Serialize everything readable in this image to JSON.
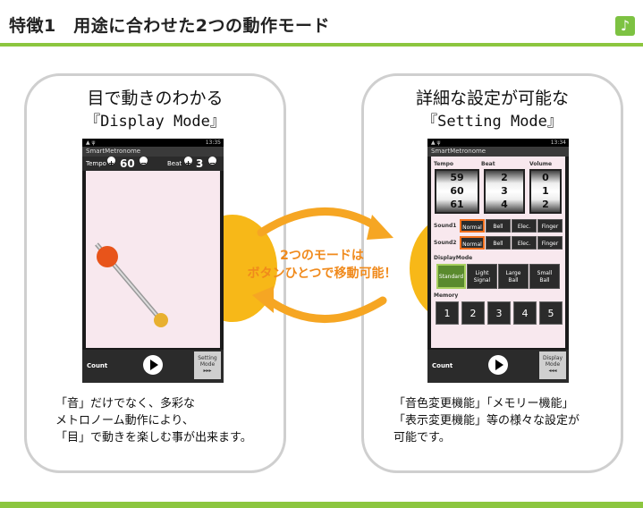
{
  "header": {
    "title": "特徴1　用途に合わせた2つの動作モード",
    "logo_icon": "music-note-icon"
  },
  "colors": {
    "accent_green": "#8cc63f",
    "accent_orange": "#f08a1c",
    "sun_yellow": "#f7b818"
  },
  "left_panel": {
    "title_line1": "目で動きのわかる",
    "title_line2": "『Display Mode』",
    "description": [
      "「音」だけでなく、多彩な",
      "メトロノーム動作により、",
      "「目」で動きを楽しむ事が出来ます。"
    ]
  },
  "right_panel": {
    "title_line1": "詳細な設定が可能な",
    "title_line2": "『Setting Mode』",
    "description": [
      "「音色変更機能」「メモリー機能」",
      "「表示変更機能」等の様々な設定が",
      "可能です。"
    ]
  },
  "center": {
    "line1": "2つのモードは",
    "line2": "ボタンひとつで移動可能！"
  },
  "display_phone": {
    "status_time": "13:35",
    "app_name": "SmartMetronome",
    "tempo_label": "Tempo",
    "tempo_value": "60",
    "beat_label": "Beat",
    "beat_value": "3",
    "count_label": "Count",
    "mode_button": [
      "Setting",
      "Mode",
      "▸▸▸"
    ]
  },
  "setting_phone": {
    "status_time": "13:34",
    "app_name": "SmartMetronome",
    "tempo_label": "Tempo",
    "beat_label": "Beat",
    "volume_label": "Volume",
    "tempo_drum": [
      "59",
      "60",
      "61"
    ],
    "beat_drum": [
      "2",
      "3",
      "4"
    ],
    "volume_drum": [
      "0",
      "1",
      "2"
    ],
    "sound1_label": "Sound1",
    "sound2_label": "Sound2",
    "sound_options": [
      "Normal",
      "Bell",
      "Elec.",
      "Finger"
    ],
    "displaymode_label": "DisplayMode",
    "display_options": [
      [
        "Standard"
      ],
      [
        "Light",
        "Signal"
      ],
      [
        "Large",
        "Ball"
      ],
      [
        "Small",
        "Ball"
      ]
    ],
    "memory_label": "Memory",
    "memory_slots": [
      "1",
      "2",
      "3",
      "4",
      "5"
    ],
    "count_label": "Count",
    "mode_button": [
      "Display",
      "Mode",
      "◂◂◂"
    ]
  }
}
